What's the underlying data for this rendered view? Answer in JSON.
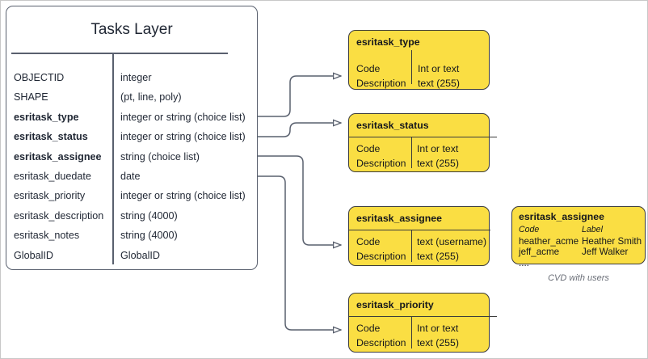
{
  "entity": {
    "title": "Tasks Layer",
    "fields": [
      {
        "name": "OBJECTID",
        "type": "integer",
        "bold": false
      },
      {
        "name": "SHAPE",
        "type": "(pt, line, poly)",
        "bold": false
      },
      {
        "name": "esritask_type",
        "type": "integer or string (choice list)",
        "bold": true
      },
      {
        "name": "esritask_status",
        "type": "integer or string (choice list)",
        "bold": true
      },
      {
        "name": "esritask_assignee",
        "type": "string (choice list)",
        "bold": true
      },
      {
        "name": "esritask_duedate",
        "type": "date",
        "bold": false
      },
      {
        "name": "esritask_priority",
        "type": "integer or string (choice list)",
        "bold": false
      },
      {
        "name": "esritask_description",
        "type": "string (4000)",
        "bold": false
      },
      {
        "name": "esritask_notes",
        "type": "string (4000)",
        "bold": false
      },
      {
        "name": "GlobalID",
        "type": "GlobalID",
        "bold": false
      }
    ]
  },
  "domains": [
    {
      "title": "esritask_type",
      "left_lines": [
        "Code",
        "Description"
      ],
      "right_lines": [
        "Int or text",
        "text (255)"
      ]
    },
    {
      "title": "esritask_status",
      "left_lines": [
        "Code",
        "Description"
      ],
      "right_lines": [
        "Int or text",
        "text (255)"
      ]
    },
    {
      "title": "esritask_assignee",
      "left_lines": [
        "Code",
        "Description"
      ],
      "right_lines": [
        "text  (username)",
        "text (255)"
      ]
    },
    {
      "title": "esritask_priority",
      "left_lines": [
        "Code",
        "Description"
      ],
      "right_lines": [
        "Int or text",
        "text (255)"
      ]
    }
  ],
  "cvd": {
    "title": "esritask_assignee",
    "header": {
      "code": "Code",
      "label": "Label"
    },
    "rows": [
      {
        "code": "heather_acme",
        "label": "Heather Smith"
      },
      {
        "code": "jeff_acme",
        "label": "Jeff Walker"
      },
      {
        "code": "....",
        "label": ""
      }
    ],
    "caption": "CVD with users"
  },
  "colors": {
    "domain_fill": "#fade43",
    "domain_stroke": "#3b3b3b",
    "entity_stroke": "#59606e",
    "text": "#1f2633",
    "caption_text": "#6b6f78"
  }
}
